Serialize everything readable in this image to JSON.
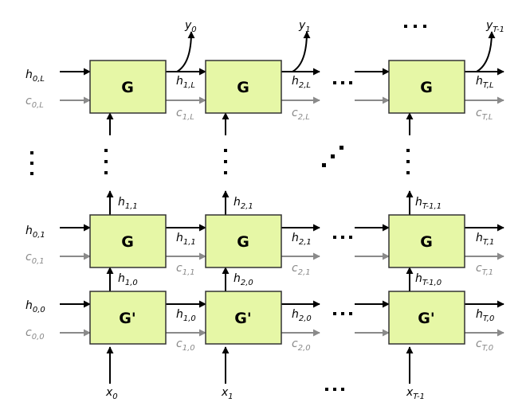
{
  "colors": {
    "box_fill": "#e6f7a6",
    "box_stroke": "#333333",
    "arrow": "#000000",
    "arrow_gray": "#8a8a8a"
  },
  "boxes": {
    "top": [
      "G",
      "G",
      "G"
    ],
    "middle": [
      "G",
      "G",
      "G"
    ],
    "bottom": [
      "G'",
      "G'",
      "G'"
    ]
  },
  "outputs": [
    {
      "base": "y",
      "sub": "0"
    },
    {
      "base": "y",
      "sub": "1"
    },
    {
      "base": "y",
      "sub": "T-1"
    }
  ],
  "inputs": [
    {
      "base": "x",
      "sub": "0"
    },
    {
      "base": "x",
      "sub": "1"
    },
    {
      "base": "x",
      "sub": "T-1"
    }
  ],
  "top_row": {
    "h": [
      {
        "base": "h",
        "sub": "0,L"
      },
      {
        "base": "h",
        "sub": "1,L"
      },
      {
        "base": "h",
        "sub": "2,L"
      },
      {
        "base": "h",
        "sub": "T,L"
      }
    ],
    "c": [
      {
        "base": "c",
        "sub": "0,L"
      },
      {
        "base": "c",
        "sub": "1,L"
      },
      {
        "base": "c",
        "sub": "2,L"
      },
      {
        "base": "c",
        "sub": "T,L"
      }
    ]
  },
  "middle_row": {
    "h": [
      {
        "base": "h",
        "sub": "0,1"
      },
      {
        "base": "h",
        "sub": "1,1"
      },
      {
        "base": "h",
        "sub": "2,1"
      },
      {
        "base": "h",
        "sub": "T,1"
      }
    ],
    "c": [
      {
        "base": "c",
        "sub": "0,1"
      },
      {
        "base": "c",
        "sub": "1,1"
      },
      {
        "base": "c",
        "sub": "2,1"
      },
      {
        "base": "c",
        "sub": "T,1"
      }
    ],
    "up": [
      {
        "base": "h",
        "sub": "1,1"
      },
      {
        "base": "h",
        "sub": "2,1"
      },
      {
        "base": "h",
        "sub": "T-1,1"
      }
    ]
  },
  "bottom_row": {
    "h": [
      {
        "base": "h",
        "sub": "0,0"
      },
      {
        "base": "h",
        "sub": "1,0"
      },
      {
        "base": "h",
        "sub": "2,0"
      },
      {
        "base": "h",
        "sub": "T,0"
      }
    ],
    "c": [
      {
        "base": "c",
        "sub": "0,0"
      },
      {
        "base": "c",
        "sub": "1,0"
      },
      {
        "base": "c",
        "sub": "2,0"
      },
      {
        "base": "c",
        "sub": "T,0"
      }
    ],
    "up": [
      {
        "base": "h",
        "sub": "1,0"
      },
      {
        "base": "h",
        "sub": "2,0"
      },
      {
        "base": "h",
        "sub": "T-1,0"
      }
    ]
  }
}
